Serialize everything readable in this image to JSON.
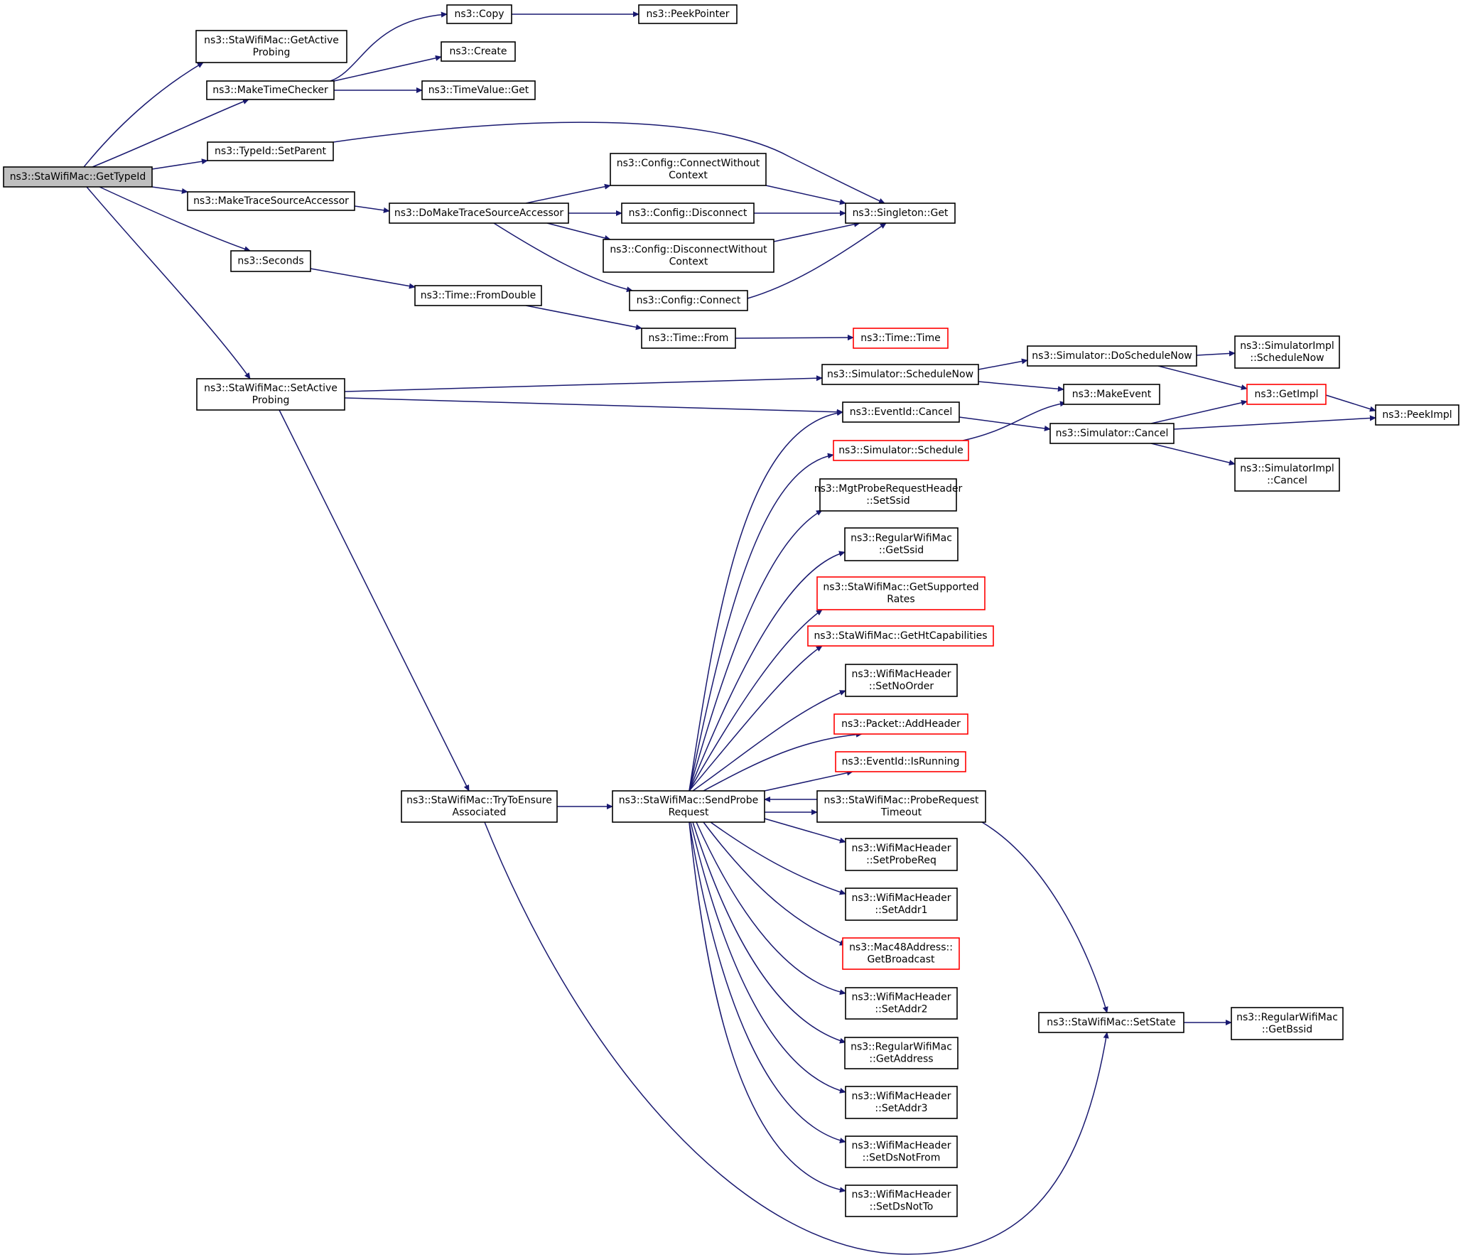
{
  "graph": {
    "arrow_color": "#191970",
    "nodes": [
      {
        "id": "root",
        "lines": [
          "ns3::StaWifiMac::GetTypeId"
        ],
        "root": true
      },
      {
        "id": "getActiveProbing",
        "lines": [
          "ns3::StaWifiMac::GetActive",
          "Probing"
        ]
      },
      {
        "id": "makeTimeChecker",
        "lines": [
          "ns3::MakeTimeChecker"
        ]
      },
      {
        "id": "typeIdSetParent",
        "lines": [
          "ns3::TypeId::SetParent"
        ]
      },
      {
        "id": "makeTraceSourceAccessor",
        "lines": [
          "ns3::MakeTraceSourceAccessor"
        ]
      },
      {
        "id": "seconds",
        "lines": [
          "ns3::Seconds"
        ]
      },
      {
        "id": "setActiveProbing",
        "lines": [
          "ns3::StaWifiMac::SetActive",
          "Probing"
        ]
      },
      {
        "id": "copy",
        "lines": [
          "ns3::Copy"
        ]
      },
      {
        "id": "peekPointer",
        "lines": [
          "ns3::PeekPointer"
        ]
      },
      {
        "id": "create",
        "lines": [
          "ns3::Create"
        ]
      },
      {
        "id": "timeValueGet",
        "lines": [
          "ns3::TimeValue::Get"
        ]
      },
      {
        "id": "doMakeTraceSourceAccessor",
        "lines": [
          "ns3::DoMakeTraceSourceAccessor"
        ]
      },
      {
        "id": "connectWithoutContext",
        "lines": [
          "ns3::Config::ConnectWithout",
          "Context"
        ]
      },
      {
        "id": "disconnect",
        "lines": [
          "ns3::Config::Disconnect"
        ]
      },
      {
        "id": "disconnectWithoutContext",
        "lines": [
          "ns3::Config::DisconnectWithout",
          "Context"
        ]
      },
      {
        "id": "connect",
        "lines": [
          "ns3::Config::Connect"
        ]
      },
      {
        "id": "singletonGet",
        "lines": [
          "ns3::Singleton::Get"
        ]
      },
      {
        "id": "fromDouble",
        "lines": [
          "ns3::Time::FromDouble"
        ]
      },
      {
        "id": "timeFrom",
        "lines": [
          "ns3::Time::From"
        ]
      },
      {
        "id": "timeTime",
        "lines": [
          "ns3::Time::Time"
        ],
        "red": true
      },
      {
        "id": "scheduleNow",
        "lines": [
          "ns3::Simulator::ScheduleNow"
        ]
      },
      {
        "id": "doScheduleNow",
        "lines": [
          "ns3::Simulator::DoScheduleNow"
        ]
      },
      {
        "id": "implScheduleNow",
        "lines": [
          "ns3::SimulatorImpl",
          "::ScheduleNow"
        ]
      },
      {
        "id": "makeEvent",
        "lines": [
          "ns3::MakeEvent"
        ]
      },
      {
        "id": "getImpl",
        "lines": [
          "ns3::GetImpl"
        ],
        "red": true
      },
      {
        "id": "peekImpl",
        "lines": [
          "ns3::PeekImpl"
        ]
      },
      {
        "id": "eventIdCancel",
        "lines": [
          "ns3::EventId::Cancel"
        ]
      },
      {
        "id": "simulatorCancel",
        "lines": [
          "ns3::Simulator::Cancel"
        ]
      },
      {
        "id": "implCancel",
        "lines": [
          "ns3::SimulatorImpl",
          "::Cancel"
        ]
      },
      {
        "id": "simulatorSchedule",
        "lines": [
          "ns3::Simulator::Schedule"
        ],
        "red": true
      },
      {
        "id": "mgtSetSsid",
        "lines": [
          "ns3::MgtProbeRequestHeader",
          "::SetSsid"
        ]
      },
      {
        "id": "regularGetSsid",
        "lines": [
          "ns3::RegularWifiMac",
          "::GetSsid"
        ]
      },
      {
        "id": "getSupportedRates",
        "lines": [
          "ns3::StaWifiMac::GetSupported",
          "Rates"
        ],
        "red": true
      },
      {
        "id": "getHtCapabilities",
        "lines": [
          "ns3::StaWifiMac::GetHtCapabilities"
        ],
        "red": true
      },
      {
        "id": "setNoOrder",
        "lines": [
          "ns3::WifiMacHeader",
          "::SetNoOrder"
        ]
      },
      {
        "id": "addHeader",
        "lines": [
          "ns3::Packet::AddHeader"
        ],
        "red": true
      },
      {
        "id": "isRunning",
        "lines": [
          "ns3::EventId::IsRunning"
        ],
        "red": true
      },
      {
        "id": "tryToEnsureAssociated",
        "lines": [
          "ns3::StaWifiMac::TryToEnsure",
          "Associated"
        ]
      },
      {
        "id": "sendProbeRequest",
        "lines": [
          "ns3::StaWifiMac::SendProbe",
          "Request"
        ]
      },
      {
        "id": "probeRequestTimeout",
        "lines": [
          "ns3::StaWifiMac::ProbeRequest",
          "Timeout"
        ]
      },
      {
        "id": "setProbeReq",
        "lines": [
          "ns3::WifiMacHeader",
          "::SetProbeReq"
        ]
      },
      {
        "id": "setAddr1",
        "lines": [
          "ns3::WifiMacHeader",
          "::SetAddr1"
        ]
      },
      {
        "id": "getBroadcast",
        "lines": [
          "ns3::Mac48Address::",
          "GetBroadcast"
        ],
        "red": true
      },
      {
        "id": "setAddr2",
        "lines": [
          "ns3::WifiMacHeader",
          "::SetAddr2"
        ]
      },
      {
        "id": "getAddress",
        "lines": [
          "ns3::RegularWifiMac",
          "::GetAddress"
        ]
      },
      {
        "id": "setAddr3",
        "lines": [
          "ns3::WifiMacHeader",
          "::SetAddr3"
        ]
      },
      {
        "id": "setDsNotFrom",
        "lines": [
          "ns3::WifiMacHeader",
          "::SetDsNotFrom"
        ]
      },
      {
        "id": "setDsNotTo",
        "lines": [
          "ns3::WifiMacHeader",
          "::SetDsNotTo"
        ]
      },
      {
        "id": "setState",
        "lines": [
          "ns3::StaWifiMac::SetState"
        ]
      },
      {
        "id": "getBssid",
        "lines": [
          "ns3::RegularWifiMac",
          "::GetBssid"
        ]
      }
    ],
    "edges": [
      [
        "root",
        "getActiveProbing"
      ],
      [
        "root",
        "makeTimeChecker"
      ],
      [
        "root",
        "typeIdSetParent"
      ],
      [
        "root",
        "makeTraceSourceAccessor"
      ],
      [
        "root",
        "seconds"
      ],
      [
        "root",
        "setActiveProbing"
      ],
      [
        "makeTimeChecker",
        "copy"
      ],
      [
        "makeTimeChecker",
        "create"
      ],
      [
        "makeTimeChecker",
        "timeValueGet"
      ],
      [
        "copy",
        "peekPointer"
      ],
      [
        "typeIdSetParent",
        "singletonGet"
      ],
      [
        "makeTraceSourceAccessor",
        "doMakeTraceSourceAccessor"
      ],
      [
        "doMakeTraceSourceAccessor",
        "connectWithoutContext"
      ],
      [
        "doMakeTraceSourceAccessor",
        "disconnect"
      ],
      [
        "doMakeTraceSourceAccessor",
        "disconnectWithoutContext"
      ],
      [
        "doMakeTraceSourceAccessor",
        "connect"
      ],
      [
        "connectWithoutContext",
        "singletonGet"
      ],
      [
        "disconnect",
        "singletonGet"
      ],
      [
        "disconnectWithoutContext",
        "singletonGet"
      ],
      [
        "connect",
        "singletonGet"
      ],
      [
        "seconds",
        "fromDouble"
      ],
      [
        "fromDouble",
        "timeFrom"
      ],
      [
        "timeFrom",
        "timeTime"
      ],
      [
        "setActiveProbing",
        "scheduleNow"
      ],
      [
        "setActiveProbing",
        "eventIdCancel"
      ],
      [
        "setActiveProbing",
        "tryToEnsureAssociated"
      ],
      [
        "scheduleNow",
        "doScheduleNow"
      ],
      [
        "scheduleNow",
        "makeEvent"
      ],
      [
        "doScheduleNow",
        "implScheduleNow"
      ],
      [
        "doScheduleNow",
        "getImpl"
      ],
      [
        "getImpl",
        "peekImpl"
      ],
      [
        "eventIdCancel",
        "simulatorCancel"
      ],
      [
        "simulatorCancel",
        "getImpl"
      ],
      [
        "simulatorCancel",
        "peekImpl"
      ],
      [
        "simulatorCancel",
        "implCancel"
      ],
      [
        "simulatorSchedule",
        "makeEvent"
      ],
      [
        "tryToEnsureAssociated",
        "sendProbeRequest"
      ],
      [
        "tryToEnsureAssociated",
        "setState"
      ],
      [
        "sendProbeRequest",
        "eventIdCancel"
      ],
      [
        "sendProbeRequest",
        "simulatorSchedule"
      ],
      [
        "sendProbeRequest",
        "mgtSetSsid"
      ],
      [
        "sendProbeRequest",
        "regularGetSsid"
      ],
      [
        "sendProbeRequest",
        "getSupportedRates"
      ],
      [
        "sendProbeRequest",
        "getHtCapabilities"
      ],
      [
        "sendProbeRequest",
        "setNoOrder"
      ],
      [
        "sendProbeRequest",
        "addHeader"
      ],
      [
        "sendProbeRequest",
        "isRunning"
      ],
      [
        "sendProbeRequest",
        "probeRequestTimeout"
      ],
      [
        "probeRequestTimeout",
        "sendProbeRequest"
      ],
      [
        "sendProbeRequest",
        "setProbeReq"
      ],
      [
        "sendProbeRequest",
        "setAddr1"
      ],
      [
        "sendProbeRequest",
        "getBroadcast"
      ],
      [
        "sendProbeRequest",
        "setAddr2"
      ],
      [
        "sendProbeRequest",
        "getAddress"
      ],
      [
        "sendProbeRequest",
        "setAddr3"
      ],
      [
        "sendProbeRequest",
        "setDsNotFrom"
      ],
      [
        "sendProbeRequest",
        "setDsNotTo"
      ],
      [
        "probeRequestTimeout",
        "setState"
      ],
      [
        "setState",
        "getBssid"
      ]
    ]
  }
}
